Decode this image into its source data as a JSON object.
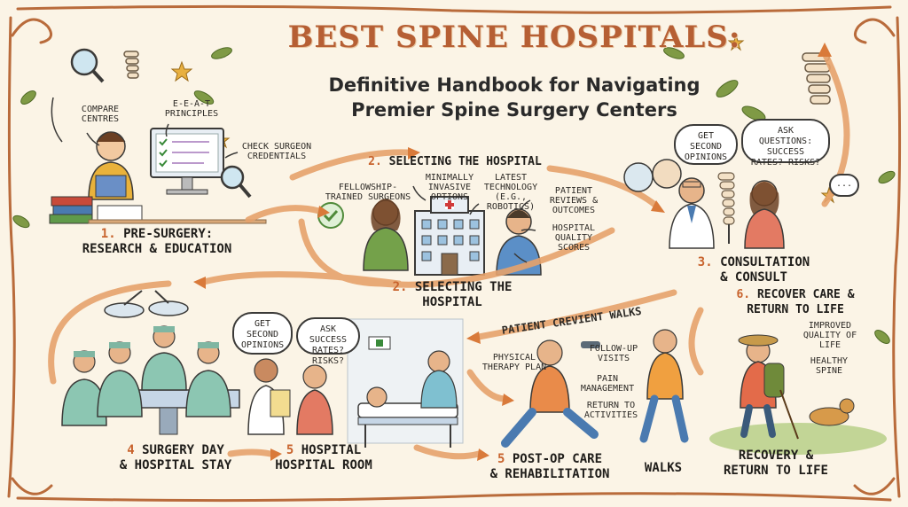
{
  "header": {
    "title": "BEST SPINE HOSPITALS:",
    "subtitle_line1": "Definitive Handbook for Navigating",
    "subtitle_line2": "Premier Spine Surgery Centers"
  },
  "research": {
    "compare": "COMPARE CENTRES",
    "eeat": "E-E-A-T PRINCIPLES",
    "credentials": "CHECK SURGEON CREDENTIALS",
    "step_num": "1.",
    "step_label_1": "PRE-SURGERY:",
    "step_label_2": "RESEARCH & EDUCATION"
  },
  "selecting": {
    "banner_num": "2.",
    "banner_label": "SELECTING THE HOSPITAL",
    "fellowship": "FELLOWSHIP-TRAINED SURGEONS",
    "minimally": "MINIMALLY INVASIVE OPTIONS",
    "latest": "LATEST TECHNOLOGY (e.g., Robotics)",
    "reviews": "PATIENT REVIEWS & OUTCOMES",
    "quality": "HOSPITAL QUALITY SCORES",
    "step_num": "2.",
    "step_label_1": "SELECTING THE",
    "step_label_2": "HOSPITAL"
  },
  "consult": {
    "bubble_second": "GET SECOND OPINIONS",
    "bubble_ask": "ASK QUESTIONS: SUCCESS RATES? RISKS?",
    "bubble_dots": "...",
    "step_num": "3.",
    "step_label_1": "CONSULTATION",
    "step_label_2": "& CONSULT"
  },
  "recover_top": {
    "step_num": "6.",
    "step_label_1": "RECOVER CARE &",
    "step_label_2": "RETURN TO LIFE",
    "improved": "IMPROVED QUALITY OF LIFE",
    "healthy": "HEALTHY SPINE"
  },
  "band": {
    "text": "PATIENT CREVIENT WALKS"
  },
  "surgery": {
    "step_num": "4",
    "step_label_1": "SURGERY DAY",
    "step_label_2": "& HOSPITAL STAY"
  },
  "room": {
    "bubble_second": "GET SECOND OPINIONS",
    "bubble_ask": "ASK SUCCESS RATES? RISKS?",
    "step_num": "5",
    "step_label_1": "HOSPITAL",
    "step_label_2": "HOSPITAL ROOM"
  },
  "rehab": {
    "physical": "PHYSICAL THERAPY PLAN",
    "followup": "FOLLOW-UP VISITS",
    "pain": "PAIN MANAGEMENT",
    "return": "RETURN TO ACTIVITIES",
    "step_num": "5",
    "step_label_1": "POST-OP CARE",
    "step_label_2": "& REHABILITATION"
  },
  "walks": {
    "label": "WALKS"
  },
  "recovery_bottom": {
    "label_1": "RECOVERY &",
    "label_2": "RETURN TO LIFE"
  },
  "colors": {
    "accent": "#c8632d",
    "border_vine": "#b96b3b",
    "leaf": "#6f8a3a",
    "paper": "#fbf4e6"
  }
}
